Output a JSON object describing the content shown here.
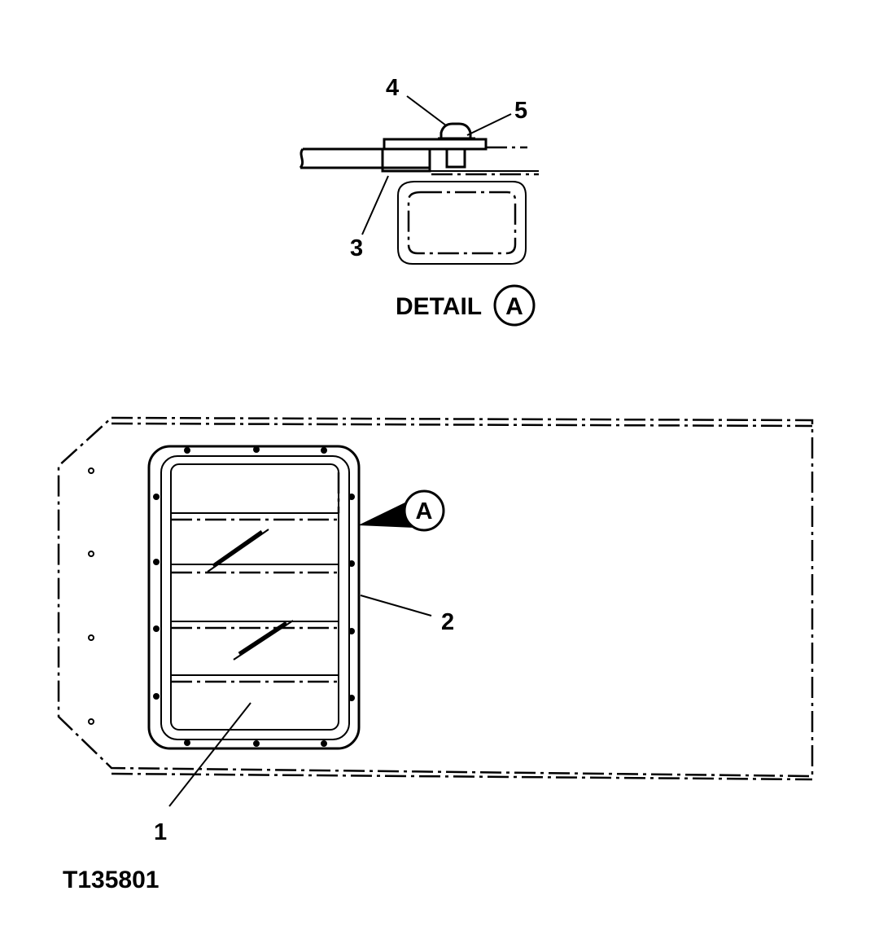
{
  "detail": {
    "title": "DETAIL",
    "marker": "A",
    "callouts": [
      "3",
      "4",
      "5"
    ]
  },
  "main": {
    "callouts": [
      "1",
      "2"
    ],
    "detail_marker": "A"
  },
  "figure_id": "T135801"
}
